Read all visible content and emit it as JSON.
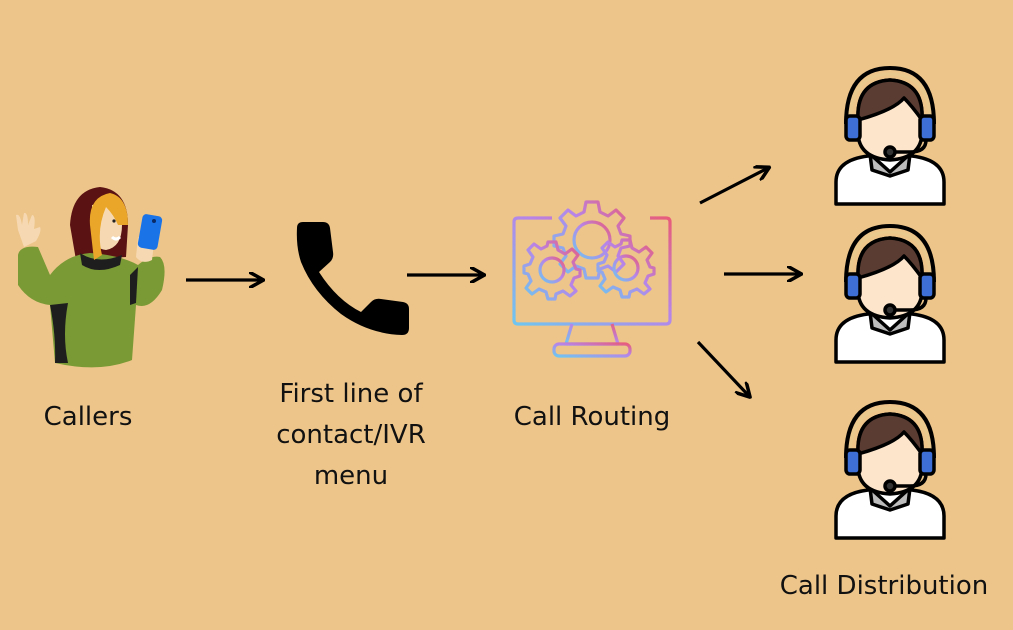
{
  "diagram": {
    "nodes": [
      {
        "id": "callers",
        "label": "Callers",
        "icon": "woman-with-phone-icon"
      },
      {
        "id": "ivr",
        "label_lines": [
          "First line of",
          "contact/IVR",
          "menu"
        ],
        "icon": "phone-handset-icon"
      },
      {
        "id": "routing",
        "label": "Call Routing",
        "icon": "monitor-gears-icon"
      },
      {
        "id": "distribution",
        "label": "Call Distribution",
        "icon": "call-center-agent-icon",
        "agent_count": 3
      }
    ],
    "edges": [
      {
        "from": "callers",
        "to": "ivr"
      },
      {
        "from": "ivr",
        "to": "routing"
      },
      {
        "from": "routing",
        "to": "agent-1"
      },
      {
        "from": "routing",
        "to": "agent-2"
      },
      {
        "from": "routing",
        "to": "agent-3"
      }
    ],
    "colors": {
      "background": "#EDC58A",
      "arrow": "#000000",
      "headset": "#3D6FD6",
      "hair": "#5A3C32",
      "sweater": "#7A9A35",
      "gradient_start": "#6EC6F0",
      "gradient_mid": "#B784E8",
      "gradient_end": "#E85C7A"
    }
  }
}
